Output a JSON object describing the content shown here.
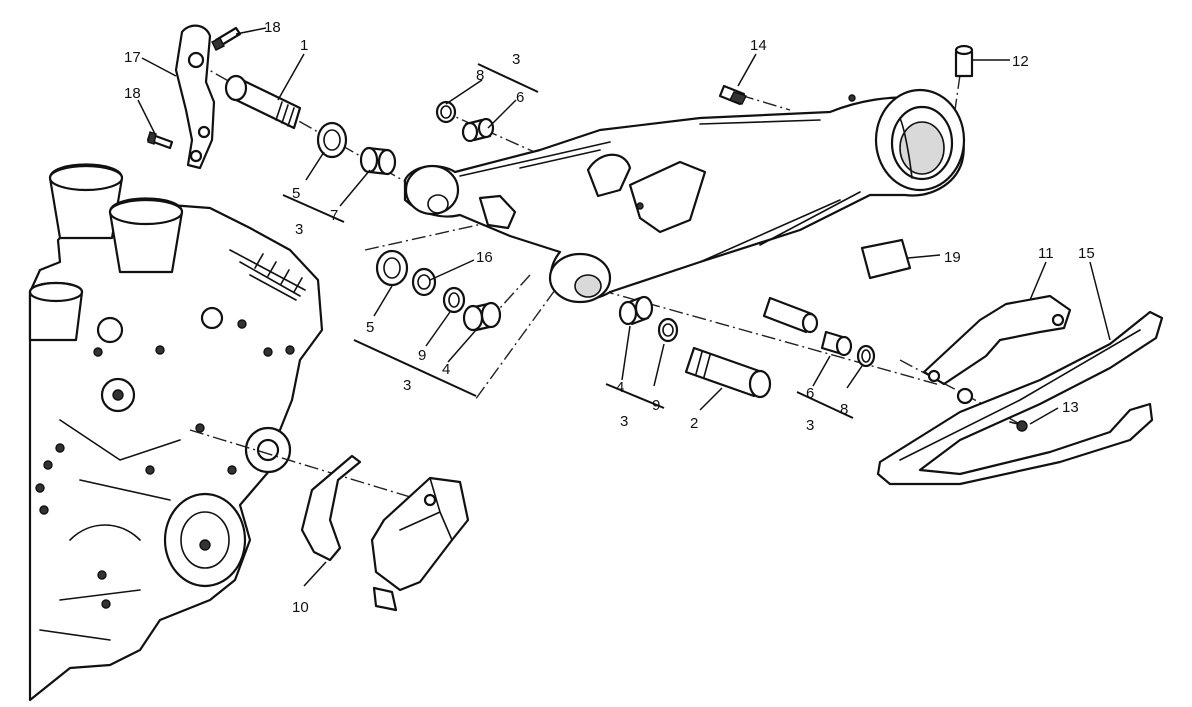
{
  "diagram": {
    "callouts": {
      "c1": "1",
      "c2": "2",
      "c3a": "3",
      "c3b": "3",
      "c3c": "3",
      "c3d": "3",
      "c3e": "3",
      "c4a": "4",
      "c4b": "4",
      "c5a": "5",
      "c5b": "5",
      "c6a": "6",
      "c6b": "6",
      "c7": "7",
      "c8a": "8",
      "c8b": "8",
      "c9a": "9",
      "c9b": "9",
      "c10": "10",
      "c11": "11",
      "c12": "12",
      "c13": "13",
      "c14": "14",
      "c15": "15",
      "c16": "16",
      "c17": "17",
      "c18a": "18",
      "c18b": "18",
      "c19": "19"
    },
    "colors": {
      "line": "#111111",
      "background": "#ffffff"
    }
  }
}
